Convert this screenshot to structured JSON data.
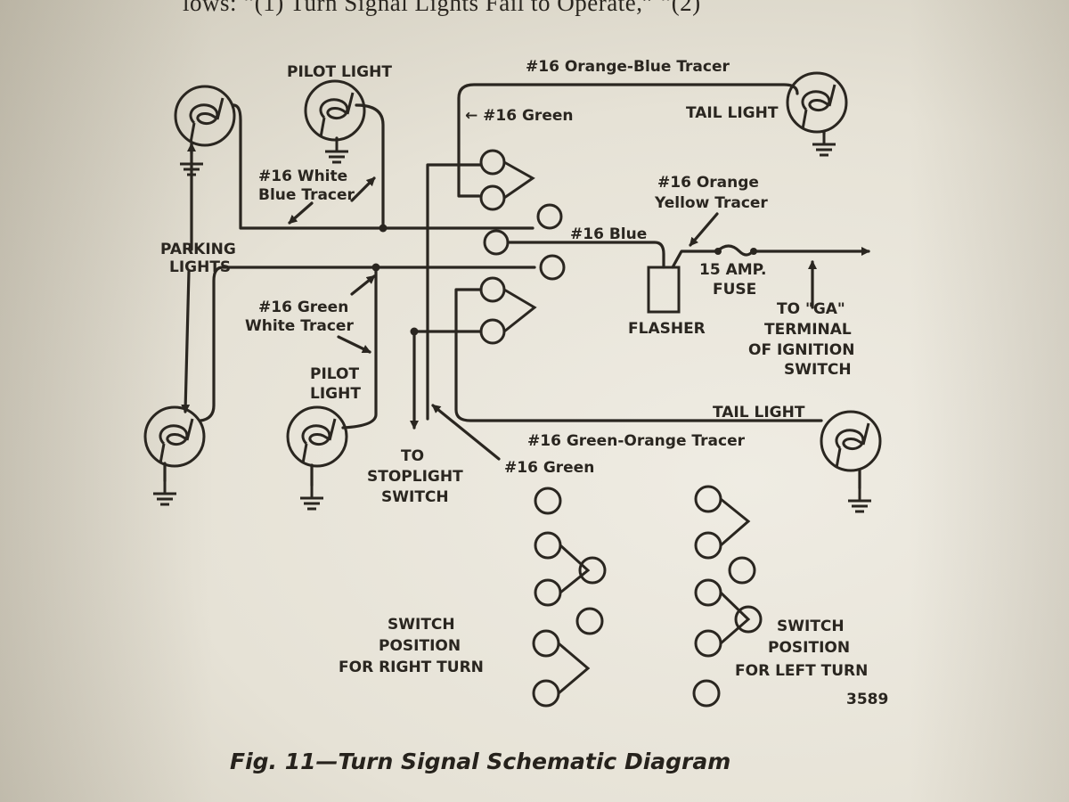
{
  "header_text": "lows: “(1) Turn Signal Lights Fail to Operate,” “(2)",
  "labels": {
    "pilot_light_top": "PILOT LIGHT",
    "orange_blue_tracer": "#16 Orange-Blue Tracer",
    "green_top": "← #16 Green",
    "tail_light_top": "TAIL LIGHT",
    "white_blue_1": "#16 White",
    "white_blue_2": "Blue Tracer",
    "orange_yellow_1": "#16 Orange",
    "orange_yellow_2": "Yellow Tracer",
    "parking_1": "PARKING",
    "parking_2": "LIGHTS",
    "blue": "#16 Blue",
    "fuse_1": "15 AMP.",
    "fuse_2": "FUSE",
    "green_white_1": "#16 Green",
    "green_white_2": "White Tracer",
    "flasher": "FLASHER",
    "ga_1": "TO \"GA\"",
    "ga_2": "TERMINAL",
    "ga_3": "OF IGNITION",
    "ga_4": "SWITCH",
    "pilot_bottom_1": "PILOT",
    "pilot_bottom_2": "LIGHT",
    "tail_light_bottom": "TAIL LIGHT",
    "green_orange_tracer": "#16 Green-Orange Tracer",
    "stop_1": "TO",
    "stop_2": "STOPLIGHT",
    "stop_3": "SWITCH",
    "green_bottom": "#16 Green",
    "right_1": "SWITCH",
    "right_2": "POSITION",
    "right_3": "FOR RIGHT TURN",
    "left_1": "SWITCH",
    "left_2": "POSITION",
    "left_3": "FOR LEFT TURN",
    "fig_number": "3589"
  },
  "caption": "Fig. 11—Turn Signal Schematic Diagram",
  "colors": {
    "ink": "#2a2620",
    "paper": "#e8e5da"
  }
}
